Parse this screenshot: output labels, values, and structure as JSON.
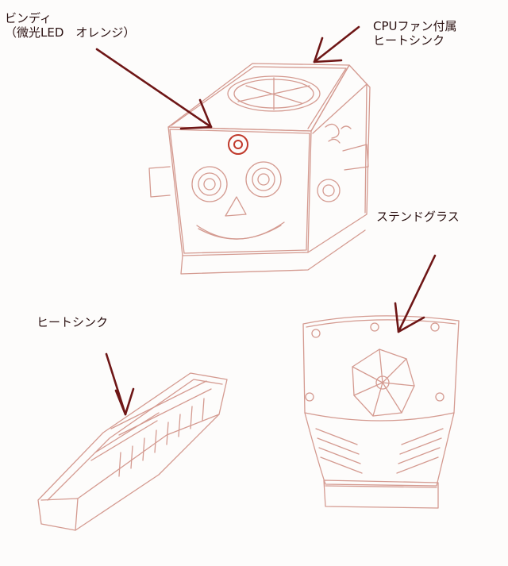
{
  "annotations": {
    "bindi": {
      "line1": "ビンディ",
      "line2": "（微光LED　オレンジ）"
    },
    "cpu_fan": {
      "line1": "CPUファン付属",
      "line2": "ヒートシンク"
    },
    "stained_glass": {
      "text": "ステンドグラス"
    },
    "heatsink": {
      "text": "ヒートシンク"
    }
  },
  "colors": {
    "sketch_line": "#d49a90",
    "arrow": "#6e1616",
    "bindi_mark": "#c0392b",
    "text": "#2a1010"
  },
  "icons": [
    "arrow-icon",
    "pencil-sketch"
  ]
}
